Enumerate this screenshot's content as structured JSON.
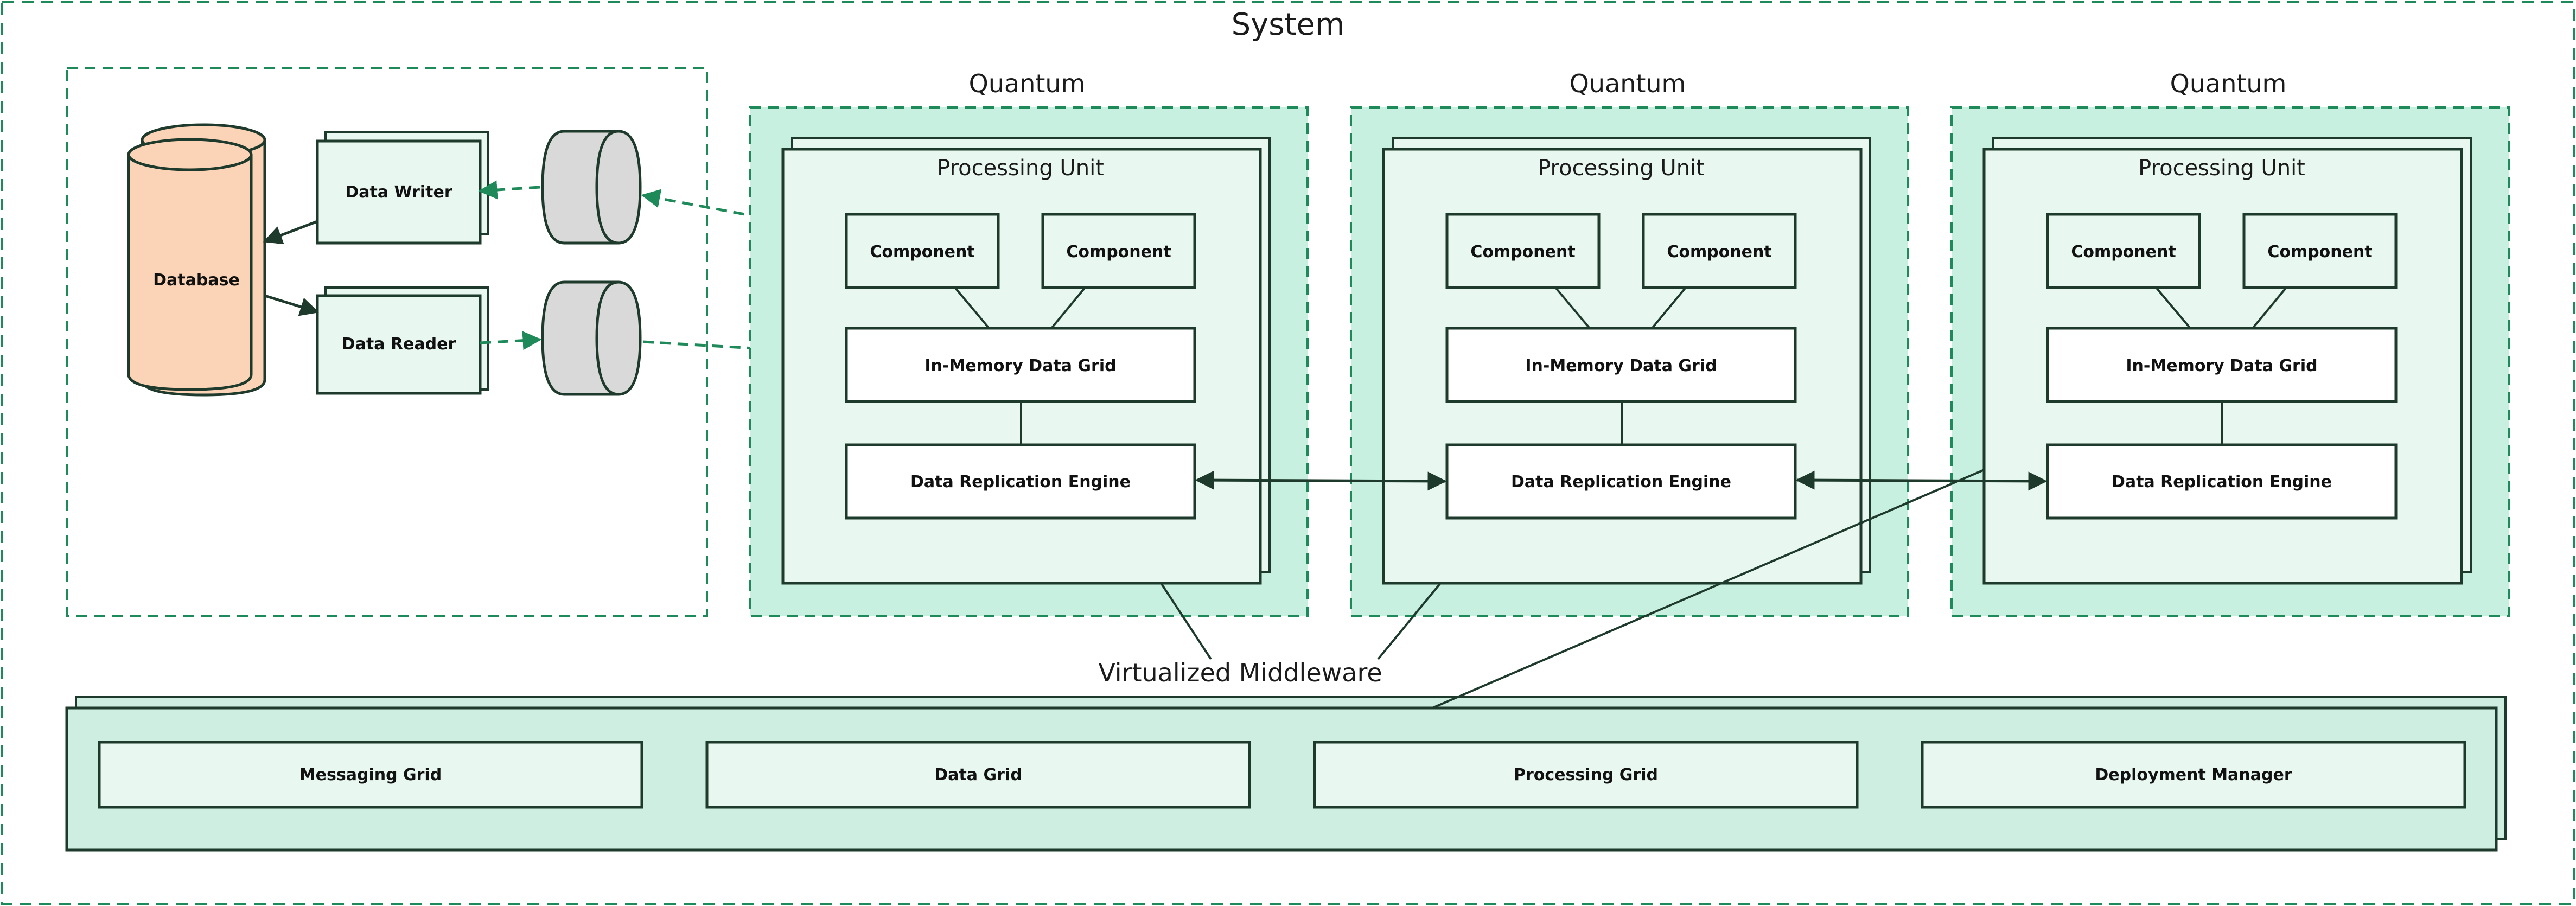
{
  "colors": {
    "frame_green": "#1e8a5a",
    "dark_stroke": "#1e3a2c",
    "quantum_fill": "#c8f0e0",
    "box_fill": "#e8f8f1",
    "db_fill": "#fbd3b6",
    "queue_fill": "#d9d9d9",
    "middleware_fill": "#cdeee0"
  },
  "system": {
    "title": "System"
  },
  "data_pump": {
    "database_label": "Database",
    "writer_label": "Data Writer",
    "reader_label": "Data Reader"
  },
  "quantums": [
    {
      "title": "Quantum",
      "unit_title": "Processing Unit",
      "components": [
        "Component",
        "Component"
      ],
      "grid_label": "In-Memory Data Grid",
      "engine_label": "Data Replication Engine"
    },
    {
      "title": "Quantum",
      "unit_title": "Processing Unit",
      "components": [
        "Component",
        "Component"
      ],
      "grid_label": "In-Memory Data Grid",
      "engine_label": "Data Replication Engine"
    },
    {
      "title": "Quantum",
      "unit_title": "Processing Unit",
      "components": [
        "Component",
        "Component"
      ],
      "grid_label": "In-Memory Data Grid",
      "engine_label": "Data Replication Engine"
    }
  ],
  "middleware": {
    "title": "Virtualized Middleware",
    "items": [
      "Messaging Grid",
      "Data Grid",
      "Processing Grid",
      "Deployment Manager"
    ]
  }
}
